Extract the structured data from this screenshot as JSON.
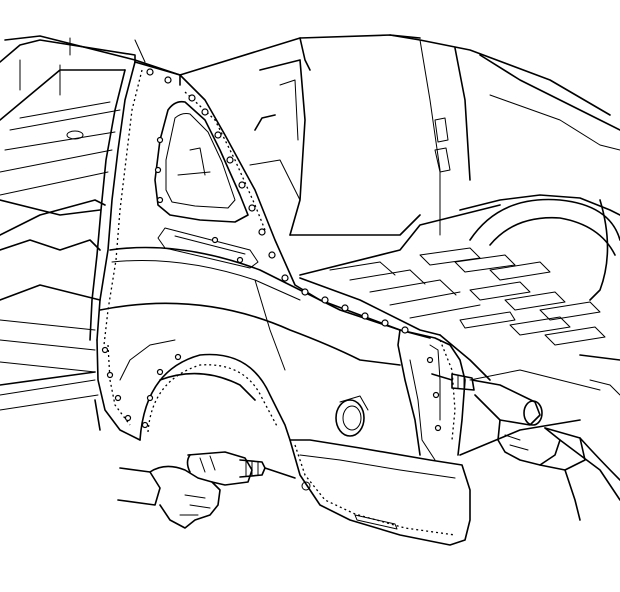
{
  "figure": {
    "background": "#ffffff",
    "line_color": "#000000",
    "parts": [
      {
        "name": "pickup-box-floor",
        "icon": "cargo-floor-ribs"
      },
      {
        "name": "quarter-panel-inner",
        "icon": "inner-panel"
      },
      {
        "name": "rear-wheelhouse-opening",
        "icon": "wheel-arch"
      },
      {
        "name": "rear-bed-floor",
        "icon": "bed-floor"
      },
      {
        "name": "left-drill-in-hand",
        "icon": "drill-icon"
      },
      {
        "name": "right-drill-in-hand",
        "icon": "drill-icon"
      }
    ]
  }
}
